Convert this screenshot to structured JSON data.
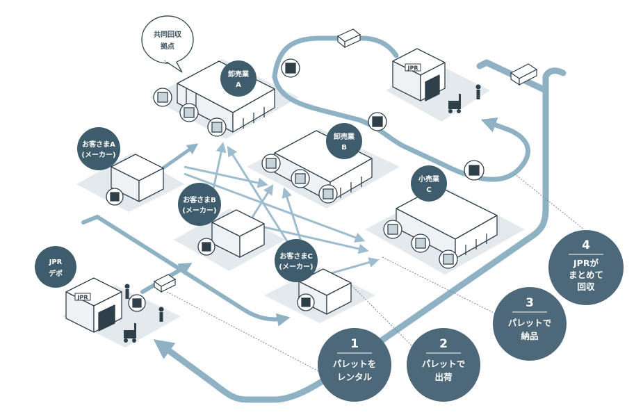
{
  "colors": {
    "accent": "#3f5c6c",
    "arrow": "#8fb1c4",
    "platform": "#e3e9ed",
    "building": "#ffffff",
    "outline": "#2f3f4a"
  },
  "bubble": {
    "line1": "共同回収",
    "line2": "拠点"
  },
  "labels": {
    "wholesaler_a": {
      "line1": "卸売業",
      "line2": "A"
    },
    "wholesaler_b": {
      "line1": "卸売業",
      "line2": "B"
    },
    "retailer_c": {
      "line1": "小売業",
      "line2": "C"
    },
    "customer_a": {
      "line1": "お客さまA",
      "line2": "(メーカー)"
    },
    "customer_b": {
      "line1": "お客さまB",
      "line2": "(メーカー)"
    },
    "customer_c": {
      "line1": "お客さまC",
      "line2": "(メーカー)"
    },
    "jpr_depot": {
      "line1": "JPR",
      "line2": "デポ"
    }
  },
  "signs": {
    "jpr": "JPR"
  },
  "steps": [
    {
      "num": "1",
      "line1": "パレットを",
      "line2": "レンタル"
    },
    {
      "num": "2",
      "line1": "パレットで",
      "line2": "出荷"
    },
    {
      "num": "3",
      "line1": "パレットで",
      "line2": "納品"
    },
    {
      "num": "4",
      "line1": "JPRが",
      "line2": "まとめて",
      "line3": "回収"
    }
  ]
}
